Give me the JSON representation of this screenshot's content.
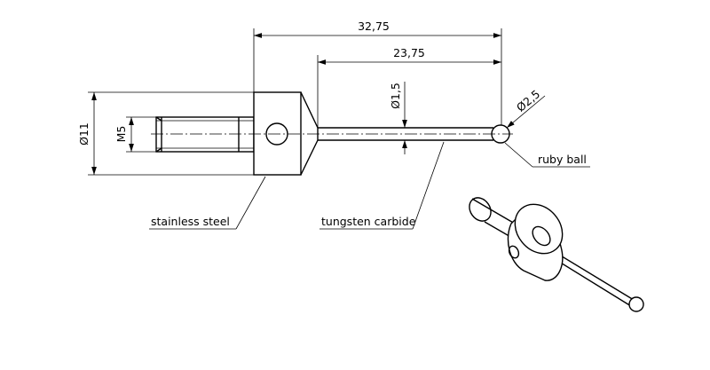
{
  "dimensions": {
    "overall_length": "32,75",
    "stem_length": "23,75",
    "body_diameter": "Ø11",
    "thread_size": "M5",
    "stem_diameter": "Ø1,5",
    "ball_diameter": "Ø2,5"
  },
  "callouts": {
    "body_material": "stainless steel",
    "stem_material": "tungsten carbide",
    "tip_material": "ruby ball"
  }
}
